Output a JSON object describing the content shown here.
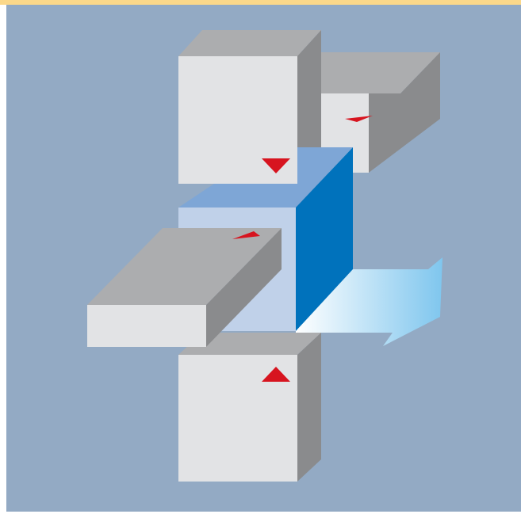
{
  "colors": {
    "top_band": "#fbd88a",
    "background": "#93aac4",
    "gray_front": "#e2e3e5",
    "gray_top": "#acadaf",
    "gray_side": "#8a8b8d",
    "cube_front": "#c0d1e9",
    "cube_top": "#7ea6d6",
    "cube_side": "#0072bc",
    "arrow_light": "#ffffff",
    "arrow_dark": "#7fc6ee",
    "marker": "#d7141f"
  },
  "diagram": {
    "punches": [
      {
        "name": "upper",
        "marker_direction": "down"
      },
      {
        "name": "rear",
        "marker_direction": "left"
      },
      {
        "name": "front",
        "marker_direction": "right"
      },
      {
        "name": "lower",
        "marker_direction": "up"
      }
    ],
    "workpiece": "cube",
    "flow_arrow": "outward"
  }
}
